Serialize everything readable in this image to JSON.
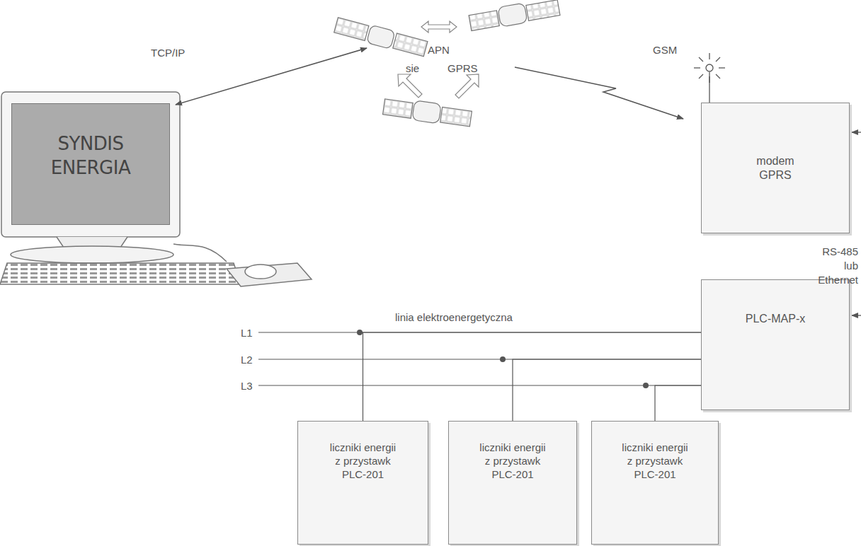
{
  "diagram": {
    "nodes": [
      {
        "text": [
          "SYNDIS ENERGIA"
        ]
      },
      {
        "text": [
          "modem GPRS"
        ]
      },
      {
        "text": [
          "PLC-MAP-x"
        ]
      },
      {
        "text": [
          "liczniki energii z przystawk PLC-201"
        ]
      },
      {
        "text": [
          "liczniki energii z przystawk PLC-201"
        ]
      },
      {
        "text": [
          "liczniki energii z przystawk PLC-201"
        ]
      }
    ],
    "edges": [
      {
        "from": 3,
        "to": 2,
        "arrow": "none"
      },
      {
        "from": 4,
        "to": 2,
        "arrow": "none"
      },
      {
        "from": 5,
        "to": 2,
        "arrow": "none"
      }
    ],
    "labels": [
      "TCP/IP",
      "APN",
      "sie",
      "GPRS",
      "GSM",
      "RS-485 lub Ethernet",
      "linia elektroenergetyczna",
      "L1",
      "L2",
      "L3"
    ]
  }
}
